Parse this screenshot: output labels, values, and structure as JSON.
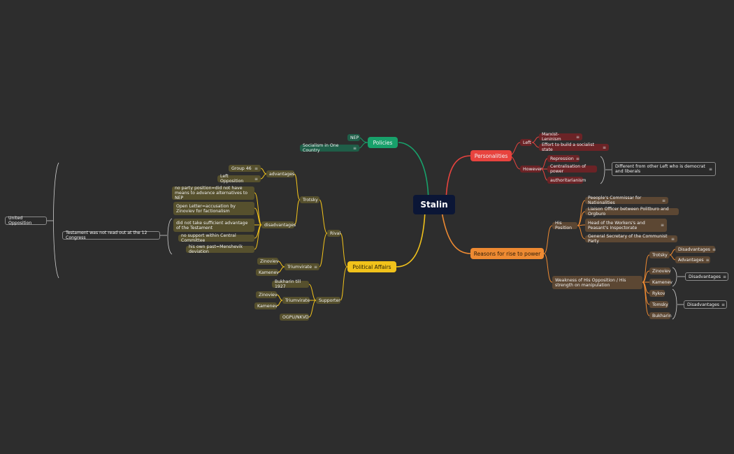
{
  "root": {
    "label": "Stalin"
  },
  "branches": {
    "policies": {
      "label": "Policies",
      "items": [
        "NEP",
        "Socialism in One Country"
      ]
    },
    "personalities": {
      "label": "Personalities",
      "left": {
        "label": "Left",
        "items": [
          "Marxist-Leninism",
          "Effort to build a socialist state"
        ]
      },
      "however": {
        "label": "However",
        "items": [
          "Repression",
          "Centralisation of power",
          "authoritarianism"
        ],
        "summary": "Different from other Left who is democrat and liberals"
      }
    },
    "reasons": {
      "label": "Reasons for rise to power",
      "position": {
        "label": "His Position",
        "items": [
          "Peeople's Commissar for Nationalities",
          "Liaison Officer between Politburo and Orgburo",
          "Head of the Workers's and Peasant's Inspectorate",
          "General Secretary of the Communist Party"
        ]
      },
      "weakness": {
        "label": "Weakness of His Opposition / His strength on manipulation",
        "trotsky": {
          "label": "Trotsky",
          "items": [
            "Disadvantages",
            "Advantages"
          ]
        },
        "zk_group": [
          "Zinoviev",
          "Kamenev"
        ],
        "zk_summary": "Disadvantages",
        "rtb_group": [
          "Rykov",
          "Tomsky",
          "Bukharin"
        ],
        "rtb_summary": "Disadvantages"
      }
    },
    "political": {
      "label": "Political Affairs",
      "rival": {
        "label": "Rival",
        "trotsky": {
          "label": "Trotsky",
          "advantages": {
            "label": "advantages",
            "items": [
              "Group 46",
              "Left Opposition"
            ]
          },
          "disadvantages": {
            "label": "disadvantages",
            "items": [
              "no party position=did not have means to advance alternatives to NEP",
              "Open Letter=accusation by Zinoviev for factionalism",
              "did not take sufficient advantage of the Testament",
              "no support within Central Committee",
              "his own past=Menshevik deviation"
            ],
            "summary": "Testament was not read out at the 12 Congress",
            "outer_summary": "United Opposition"
          }
        },
        "triumvirate": {
          "label": "Triumvirate",
          "items": [
            "Zinoviev",
            "Kamenev"
          ]
        }
      },
      "supporter": {
        "label": "Supporter",
        "bukharin": "Bukharin till 1927",
        "triumvirate": {
          "label": "Triumvirate",
          "items": [
            "Zinoviev",
            "Kamenev"
          ]
        },
        "ogpu": "OGPU/NKVD"
      }
    }
  },
  "colors": {
    "background": "#2d2d2d",
    "root": "#0b1636",
    "policies": "#18a16b",
    "personalities": "#e8433e",
    "reasons": "#ee8a32",
    "political": "#f1c21b"
  }
}
